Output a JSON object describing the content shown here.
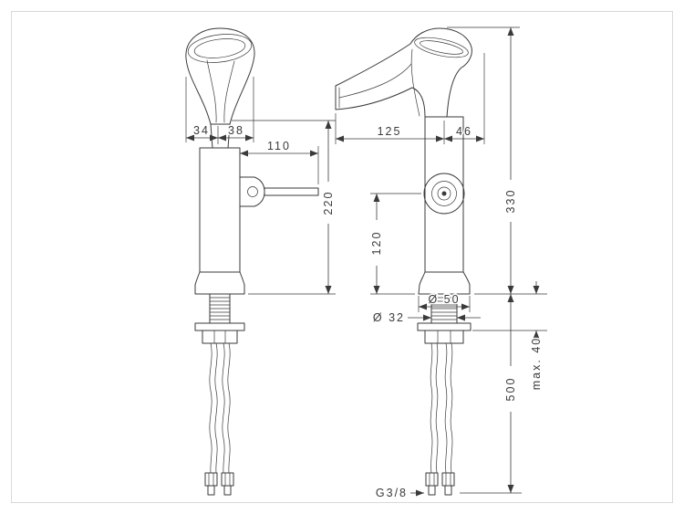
{
  "drawing": {
    "kind": "basin-mixer-technical-drawing",
    "views": 2
  },
  "dimensions": {
    "funnel_width_left": "34",
    "funnel_width_right": "38",
    "handle_projection": "110",
    "body_height": "220",
    "spout_reach": "125",
    "spout_overhang": "46",
    "dial_height": "120",
    "total_height": "330",
    "base_diameter": "Ø 50",
    "shank_diameter": "Ø 32",
    "max_mounting_thickness": "max. 40",
    "hose_length": "500",
    "connection_thread": "G3/8"
  },
  "colors": {
    "line": "#3a3a3a",
    "background": "#ffffff",
    "border": "#d9d9d9"
  }
}
